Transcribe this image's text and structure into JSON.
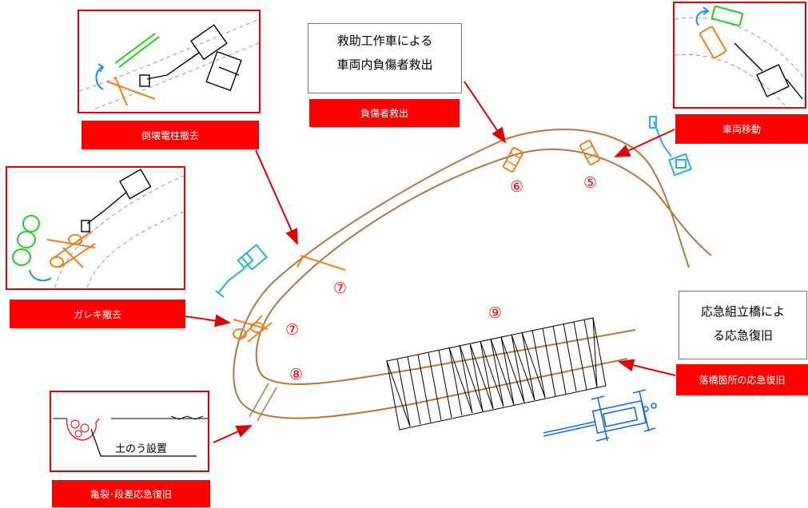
{
  "tags": {
    "pole_removal": "倒壊電柱撤去",
    "injured_rescue": "負傷者救出",
    "vehicle_move": "車両移動",
    "debris_removal": "ガレキ撤去",
    "bridge_fall_restore": "落橋箇所の応急復旧",
    "crack_restore": "亀裂･段差応急復旧"
  },
  "callouts": {
    "rescue_vehicle": [
      "救助工作車による",
      "車両内負傷者救出"
    ],
    "temp_bridge": [
      "応急組立橋によ",
      "る応急復旧"
    ]
  },
  "inset_sandbag": {
    "label": "土のう設置"
  },
  "site_numbers": {
    "n5": "⑤",
    "n6": "⑥",
    "n7a": "⑦",
    "n7b": "⑦",
    "n8": "⑧",
    "n9": "⑨"
  },
  "colors": {
    "road": "#b07840",
    "tag_red": "#ff0000",
    "excavator_cyan": "#29aee6",
    "vehicle_orange": "#f0801c",
    "tree_green": "#22cc22",
    "crane_blue": "#1a6ad8"
  }
}
